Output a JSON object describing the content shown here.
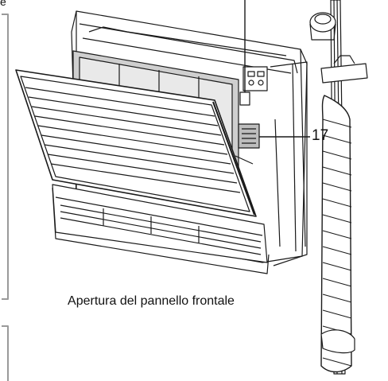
{
  "figure": {
    "callout_number": "17",
    "caption": "Apertura del pannello frontale",
    "corner_text": "e"
  },
  "colors": {
    "line": "#1a1a1a",
    "panel_gray": "#c9c9c9",
    "filter_gray": "#a9a9a9",
    "border_gray": "#9a9a9a"
  }
}
